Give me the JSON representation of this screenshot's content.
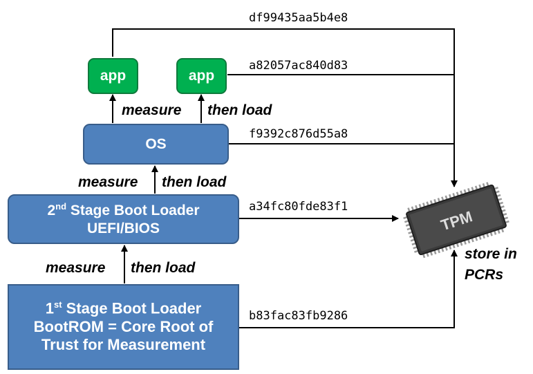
{
  "boxes": {
    "app1": "app",
    "app2": "app",
    "os": "OS",
    "stage2": {
      "line1_num": "2",
      "line1_sup": "nd",
      "line1_rest": " Stage Boot Loader",
      "line2": "UEFI/BIOS"
    },
    "stage1": {
      "line1_num": "1",
      "line1_sup": "st",
      "line1_rest": " Stage Boot Loader",
      "line2": "BootROM = Core Root of",
      "line3": "Trust for Measurement"
    }
  },
  "labels": {
    "measure_apps": "measure",
    "then_load_apps": "then load",
    "measure_os": "measure",
    "then_load_os": "then load",
    "measure_stage2": "measure",
    "then_load_stage2": "then load",
    "store_line1": "store in",
    "store_line2": "PCRs"
  },
  "hashes": {
    "app1": "df99435aa5b4e8",
    "app2": "a82057ac840d83",
    "os": "f9392c876d55a8",
    "stage2": "a34fc80fde83f1",
    "stage1": "b83fac83fb9286"
  },
  "chip": {
    "label": "TPM"
  },
  "colors": {
    "box_blue": "#4f81bd",
    "box_green": "#00b050",
    "chip_body": "#3a3a3a"
  }
}
